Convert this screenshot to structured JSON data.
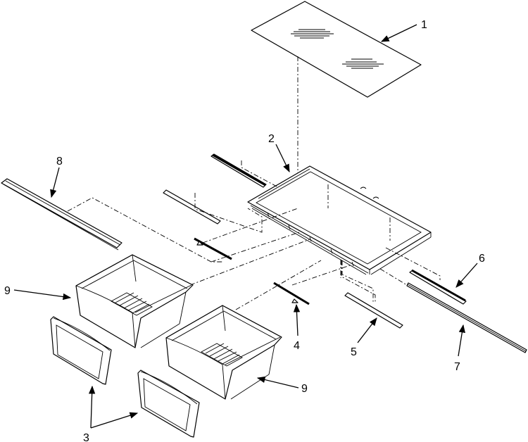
{
  "diagram": {
    "type": "exploded parts diagram",
    "background": "#ffffff",
    "line_color": "#000000",
    "callouts": [
      {
        "id": "1",
        "label": "1",
        "part": "glass-shelf-panel"
      },
      {
        "id": "2",
        "label": "2",
        "part": "shelf-frame"
      },
      {
        "id": "3",
        "label": "3",
        "part": "drawer-front-cover"
      },
      {
        "id": "4",
        "label": "4",
        "part": "slide-pin"
      },
      {
        "id": "5",
        "label": "5",
        "part": "rod"
      },
      {
        "id": "6",
        "label": "6",
        "part": "trim-strip"
      },
      {
        "id": "7",
        "label": "7",
        "part": "long-rail"
      },
      {
        "id": "8",
        "label": "8",
        "part": "channel-rail"
      },
      {
        "id": "9a",
        "label": "9",
        "part": "crisper-drawer-left"
      },
      {
        "id": "9b",
        "label": "9",
        "part": "crisper-drawer-right"
      }
    ]
  }
}
